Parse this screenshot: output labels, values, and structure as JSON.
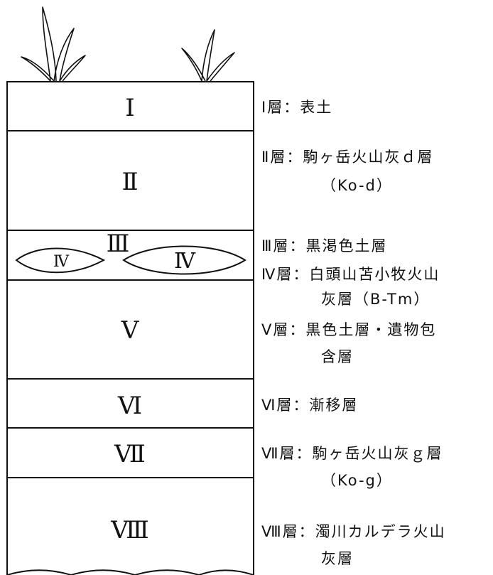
{
  "column": {
    "layers": [
      {
        "id": "layer-1",
        "roman": "Ⅰ"
      },
      {
        "id": "layer-2",
        "roman": "Ⅱ"
      },
      {
        "id": "layer-3",
        "roman": "Ⅲ"
      },
      {
        "id": "layer-5",
        "roman": "Ⅴ"
      },
      {
        "id": "layer-6",
        "roman": "Ⅵ"
      },
      {
        "id": "layer-7",
        "roman": "Ⅶ"
      },
      {
        "id": "layer-8",
        "roman": "Ⅷ"
      }
    ],
    "lenses": [
      {
        "id": "lens-small",
        "roman": "Ⅳ"
      },
      {
        "id": "lens-large",
        "roman": "Ⅳ"
      }
    ]
  },
  "legend": [
    {
      "id": "legend-layer-1",
      "lines": [
        "Ⅰ層：表土"
      ]
    },
    {
      "id": "legend-layer-2",
      "lines": [
        "Ⅱ層：駒ヶ岳火山灰ｄ層",
        "（Ko-d）"
      ]
    },
    {
      "id": "legend-layer-3",
      "lines": [
        "Ⅲ層：黒渇色土層"
      ]
    },
    {
      "id": "legend-layer-4",
      "lines": [
        "Ⅳ層：白頭山苫小牧火山",
        "灰層（B-Tm）"
      ]
    },
    {
      "id": "legend-layer-5",
      "lines": [
        "Ⅴ層：黒色土層・遺物包",
        "含層"
      ]
    },
    {
      "id": "legend-layer-6",
      "lines": [
        "Ⅵ層：漸移層"
      ]
    },
    {
      "id": "legend-layer-7",
      "lines": [
        "Ⅶ層：駒ヶ岳火山灰ｇ層",
        "（Ko-g）"
      ]
    },
    {
      "id": "legend-layer-8",
      "lines": [
        "Ⅷ層：濁川カルデラ火山",
        "灰層"
      ]
    }
  ]
}
